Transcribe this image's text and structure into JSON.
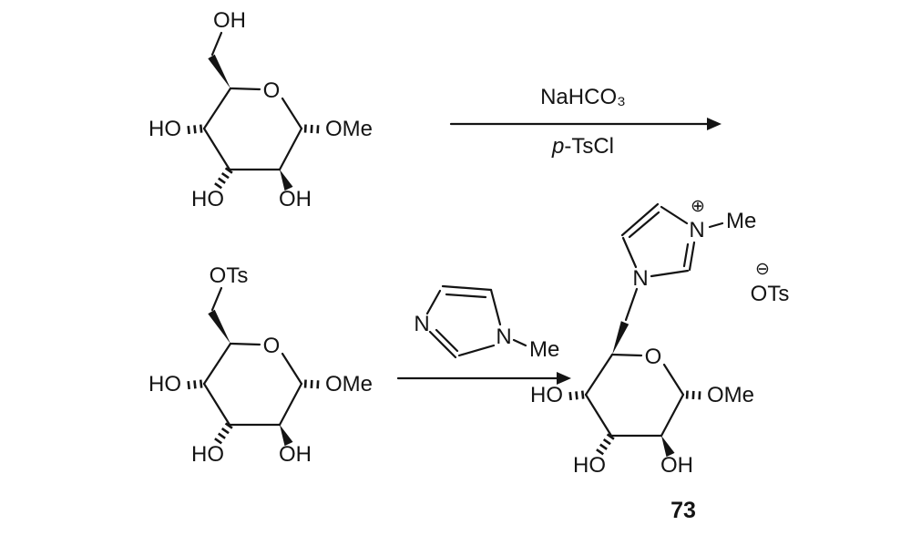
{
  "colors": {
    "background": "#ffffff",
    "ink": "#141414"
  },
  "labels": {
    "oh": "OH",
    "ho": "HO",
    "o": "O",
    "ome": "OMe",
    "ots": "OTs",
    "n": "N",
    "me": "Me",
    "plus_charge": "⊕",
    "minus_charge": "⊖"
  },
  "step1": {
    "reagent_line1": "NaHCO₃",
    "reagent_line2_prefix": "p",
    "reagent_line2_rest": "-TsCl"
  },
  "product": {
    "number": "73"
  }
}
